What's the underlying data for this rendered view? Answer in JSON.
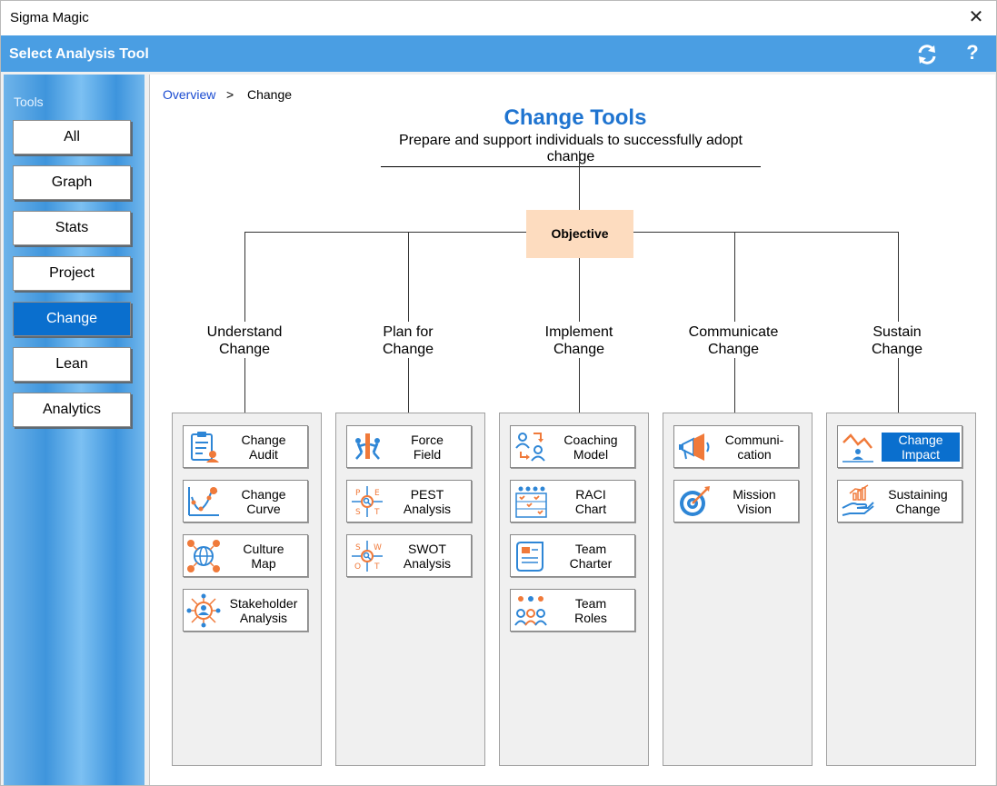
{
  "window": {
    "title": "Sigma Magic",
    "close_symbol": "✕"
  },
  "header": {
    "title": "Select Analysis Tool",
    "help_symbol": "?"
  },
  "sidebar": {
    "label": "Tools",
    "items": [
      "All",
      "Graph",
      "Stats",
      "Project",
      "Change",
      "Lean",
      "Analytics"
    ],
    "active": "Change"
  },
  "breadcrumb": {
    "root": "Overview",
    "separator": ">",
    "current": "Change"
  },
  "main": {
    "title": "Change Tools",
    "subtitle": "Prepare and support individuals to successfully adopt change",
    "objective": "Objective"
  },
  "categories": [
    {
      "label_line1": "Understand",
      "label_line2": "Change",
      "tools": [
        {
          "line1": "Change",
          "line2": "Audit",
          "icon": "audit-clipboard-icon"
        },
        {
          "line1": "Change",
          "line2": "Curve",
          "icon": "change-curve-icon"
        },
        {
          "line1": "Culture",
          "line2": "Map",
          "icon": "globe-network-icon"
        },
        {
          "line1": "Stakeholder",
          "line2": "Analysis",
          "icon": "stakeholder-hub-icon"
        }
      ]
    },
    {
      "label_line1": "Plan for",
      "label_line2": "Change",
      "tools": [
        {
          "line1": "Force",
          "line2": "Field",
          "icon": "force-field-icon"
        },
        {
          "line1": "PEST",
          "line2": "Analysis",
          "icon": "pest-icon"
        },
        {
          "line1": "SWOT",
          "line2": "Analysis",
          "icon": "swot-icon"
        }
      ]
    },
    {
      "label_line1": "Implement",
      "label_line2": "Change",
      "tools": [
        {
          "line1": "Coaching",
          "line2": "Model",
          "icon": "coaching-icon"
        },
        {
          "line1": "RACI",
          "line2": "Chart",
          "icon": "raci-chart-icon"
        },
        {
          "line1": "Team",
          "line2": "Charter",
          "icon": "charter-scroll-icon"
        },
        {
          "line1": "Team",
          "line2": "Roles",
          "icon": "team-roles-icon"
        }
      ]
    },
    {
      "label_line1": "Communicate",
      "label_line2": "Change",
      "tools": [
        {
          "line1": "Communi-",
          "line2": "cation",
          "icon": "megaphone-icon"
        },
        {
          "line1": "Mission",
          "line2": "Vision",
          "icon": "target-icon"
        }
      ]
    },
    {
      "label_line1": "Sustain",
      "label_line2": "Change",
      "tools": [
        {
          "line1": "Change",
          "line2": "Impact",
          "icon": "impact-chart-icon",
          "active": true
        },
        {
          "line1": "Sustaining",
          "line2": "Change",
          "icon": "hand-growth-icon"
        }
      ]
    }
  ],
  "pest_letters": [
    "P",
    "E",
    "S",
    "T"
  ],
  "swot_letters": [
    "S",
    "W",
    "O",
    "T"
  ],
  "colors": {
    "accent_blue": "#0a6fce",
    "header_blue": "#4a9ee3",
    "title_blue": "#1f74d0",
    "objective_fill": "#fddcbf",
    "icon_blue": "#2e86d6",
    "icon_orange": "#f07a3a"
  }
}
